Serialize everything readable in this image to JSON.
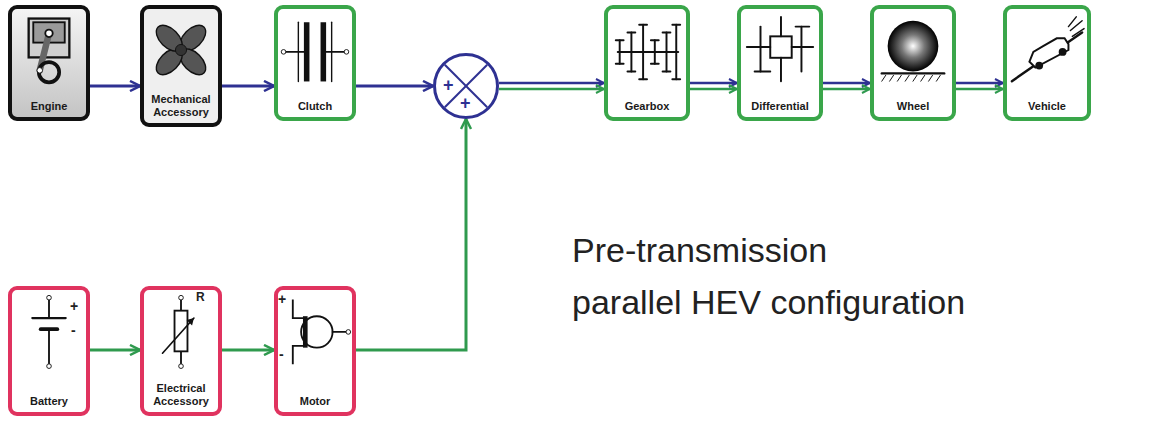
{
  "diagram": {
    "nodes": [
      {
        "text": [
          "Engine"
        ]
      },
      {
        "text": [
          "Mechanical Accessory"
        ]
      },
      {
        "text": [
          "Clutch"
        ]
      },
      {
        "text": [
          "+",
          "+"
        ]
      },
      {
        "text": [
          "Gearbox"
        ]
      },
      {
        "text": [
          "Differential"
        ]
      },
      {
        "text": [
          "Wheel"
        ]
      },
      {
        "text": [
          "Vehicle"
        ]
      },
      {
        "text": [
          "Battery"
        ]
      },
      {
        "text": [
          "Electrical Accessory"
        ]
      },
      {
        "text": [
          "Motor"
        ]
      }
    ],
    "edges": [
      {
        "from": 0,
        "to": 1,
        "arrow": "to"
      },
      {
        "from": 1,
        "to": 2,
        "arrow": "to"
      },
      {
        "from": 2,
        "to": 3,
        "arrow": "to"
      },
      {
        "from": 3,
        "to": 4,
        "arrow": "to"
      },
      {
        "from": 4,
        "to": 5,
        "arrow": "to"
      },
      {
        "from": 5,
        "to": 6,
        "arrow": "to"
      },
      {
        "from": 6,
        "to": 7,
        "arrow": "to"
      },
      {
        "from": 8,
        "to": 9,
        "arrow": "to"
      },
      {
        "from": 9,
        "to": 10,
        "arrow": "to"
      },
      {
        "from": 10,
        "to": 3,
        "arrow": "to"
      }
    ],
    "labels": [
      "Pre-transmission",
      "parallel HEV configuration",
      "+",
      "-",
      "R",
      "+",
      "-"
    ]
  }
}
